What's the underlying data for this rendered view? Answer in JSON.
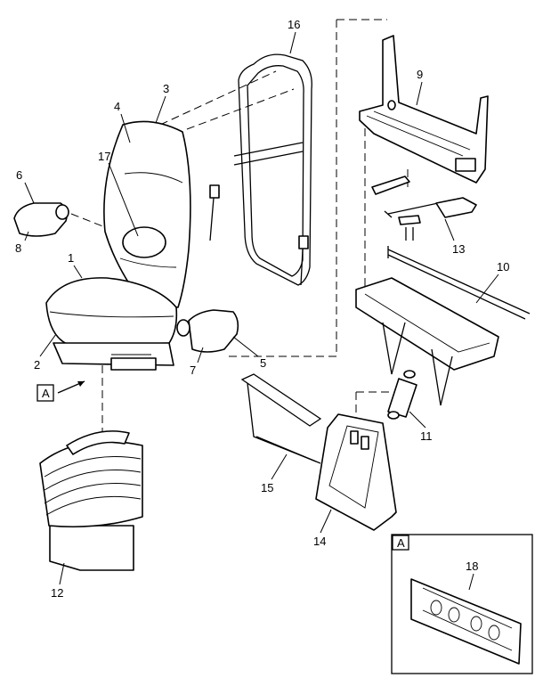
{
  "callouts": {
    "c1": "1",
    "c2": "2",
    "c3": "3",
    "c4": "4",
    "c5": "5",
    "c6": "6",
    "c7": "7",
    "c8": "8",
    "c9": "9",
    "c10": "10",
    "c11": "11",
    "c12": "12",
    "c13": "13",
    "c14": "14",
    "c15": "15",
    "c16": "16",
    "c17": "17",
    "c18": "18"
  },
  "detail": {
    "marker": "A",
    "inset_label": "A"
  }
}
